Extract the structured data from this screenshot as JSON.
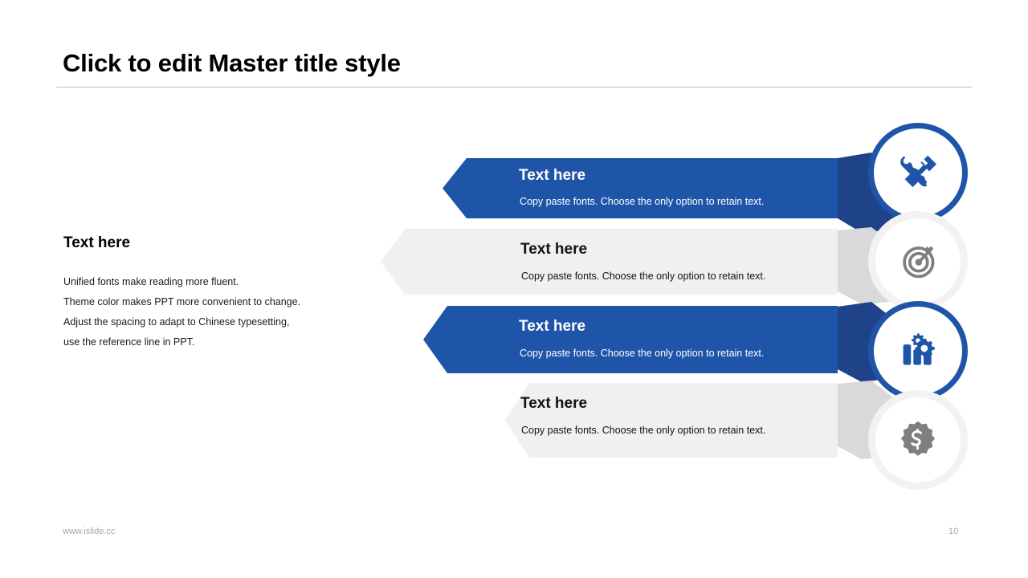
{
  "slide": {
    "title": "Click to edit Master title style",
    "left_panel": {
      "heading": "Text here",
      "lines": [
        "Unified fonts make reading more fluent.",
        "Theme color makes PPT more convenient to change.",
        "Adjust the spacing to adapt to Chinese typesetting,",
        "use the reference line in PPT."
      ]
    },
    "rows": [
      {
        "title": "Text here",
        "subtitle": "Copy paste fonts. Choose the only option to retain text.",
        "style": "blue",
        "icon": "hammer-wrench-icon"
      },
      {
        "title": "Text here",
        "subtitle": "Copy paste fonts. Choose the only option to retain text.",
        "style": "gray",
        "icon": "target-arrow-icon"
      },
      {
        "title": "Text here",
        "subtitle": "Copy paste fonts. Choose the only option to retain text.",
        "style": "blue",
        "icon": "bar-chart-gears-icon"
      },
      {
        "title": "Text here",
        "subtitle": "Copy paste fonts. Choose the only option to retain text.",
        "style": "gray",
        "icon": "money-badge-icon"
      }
    ],
    "footer": {
      "website": "www.islide.cc",
      "page_number": "10"
    },
    "colors": {
      "accent_blue": "#1f55a8",
      "shadow_blue": "#1f4388",
      "light_gray": "#f0f0f0",
      "shadow_gray": "#d9d9d9",
      "icon_gray": "#7f7f7f",
      "rule_gray": "#bfbfbf",
      "footer_gray": "#a6a6a6"
    }
  }
}
